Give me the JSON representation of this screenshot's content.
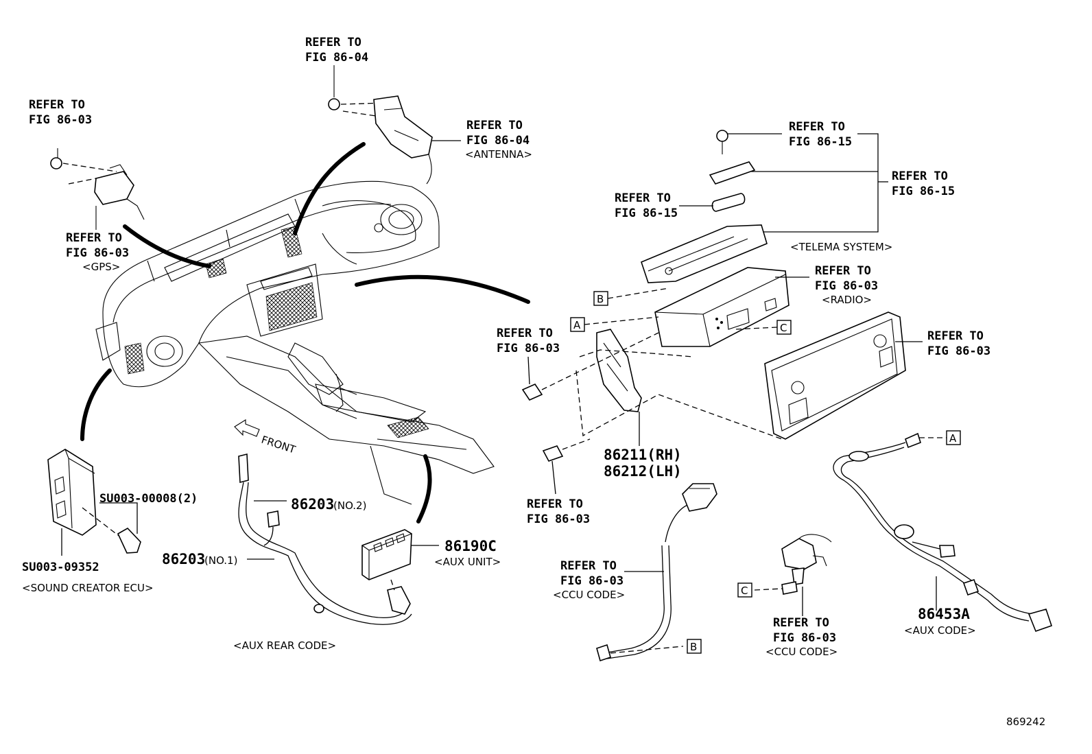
{
  "refer": {
    "line1": "REFER TO",
    "fig_86_03": "FIG 86-03",
    "fig_86_04": "FIG 86-04",
    "fig_86_15": "FIG 86-15"
  },
  "captions": {
    "gps": "<GPS>",
    "antenna": "<ANTENNA>",
    "telema": "<TELEMA SYSTEM>",
    "radio": "<RADIO>",
    "sound_creator": "<SOUND CREATOR ECU>",
    "aux_rear": "<AUX REAR CODE>",
    "aux_unit": "<AUX UNIT>",
    "ccu_code": "<CCU CODE>",
    "aux_code": "<AUX CODE>"
  },
  "parts": {
    "p86211": "86211(RH)",
    "p86212": "86212(LH)",
    "p86203": "86203",
    "p86203_no2": "(NO.2)",
    "p86203_no1": "(NO.1)",
    "p86190c": "86190C",
    "p86453a": "86453A",
    "su_bolt": "SU003-00008(2)",
    "su_ecu": "SU003-09352"
  },
  "callouts": {
    "a": "A",
    "b": "B",
    "c": "C"
  },
  "front": "FRONT",
  "diagram_id": "869242"
}
